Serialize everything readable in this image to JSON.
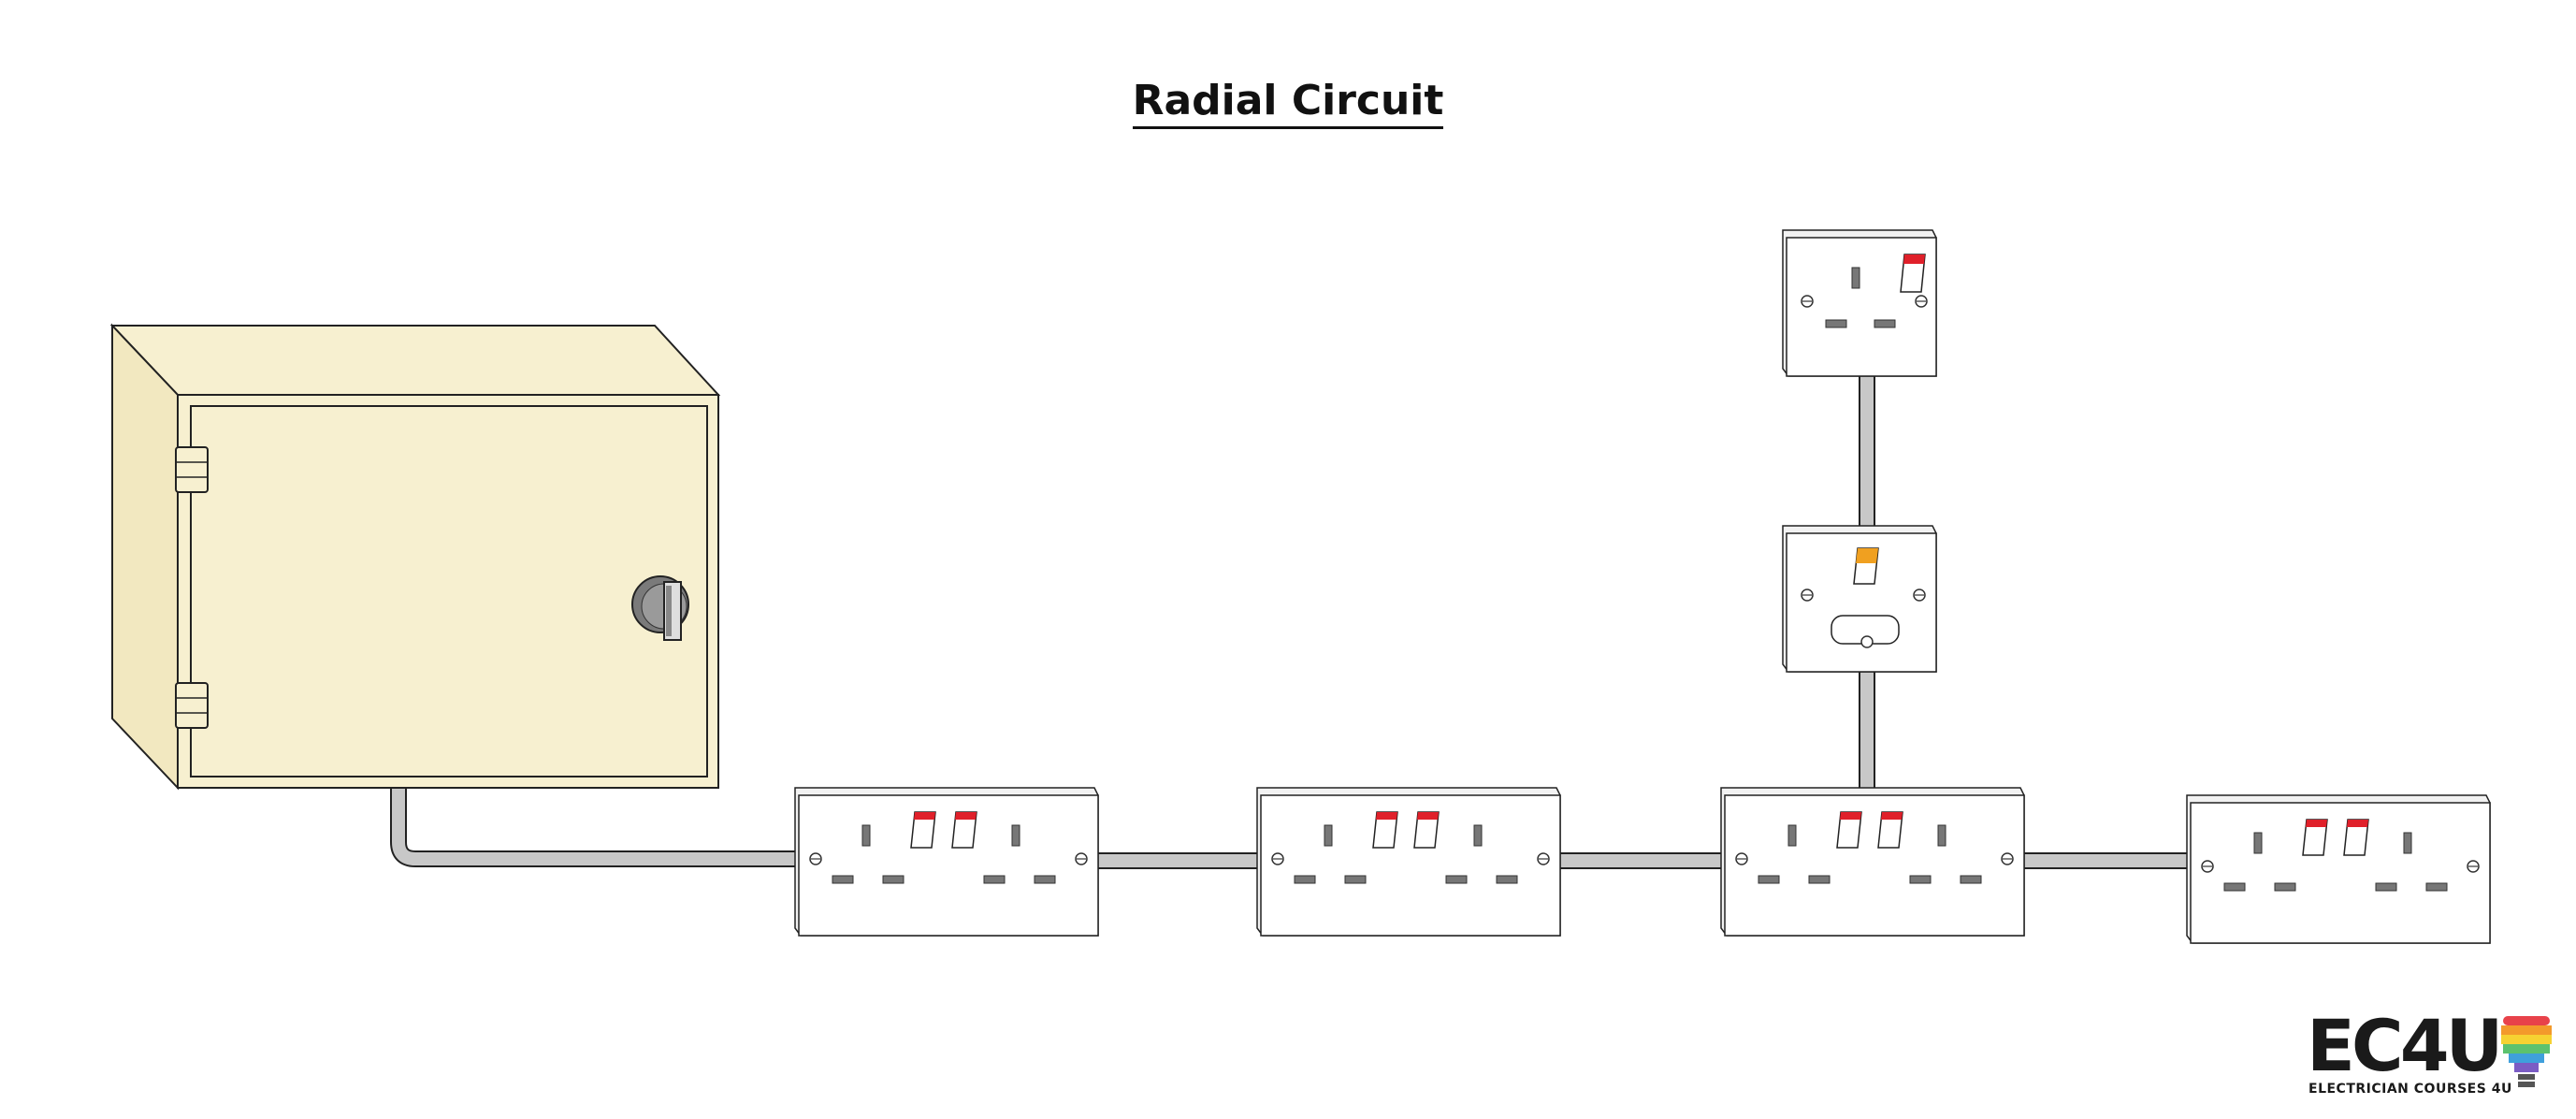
{
  "title": "Radial Circuit",
  "logo": {
    "mark": "EC4U",
    "tagline": "ELECTRICIAN COURSES 4U"
  },
  "components": {
    "consumer_unit": "consumer-unit",
    "double_sockets": 4,
    "spur_single_socket": 1,
    "fused_spur": 1
  },
  "colors": {
    "consumer_unit_fill": "#f7f0d0",
    "cable": "#c8c8c8",
    "switch_red": "#e0202a",
    "switch_orange": "#f0a020",
    "logo_stripes": [
      "#e8424a",
      "#f39a2b",
      "#f6d232",
      "#5cc26e",
      "#3fa0dc",
      "#7b5cc4"
    ]
  }
}
